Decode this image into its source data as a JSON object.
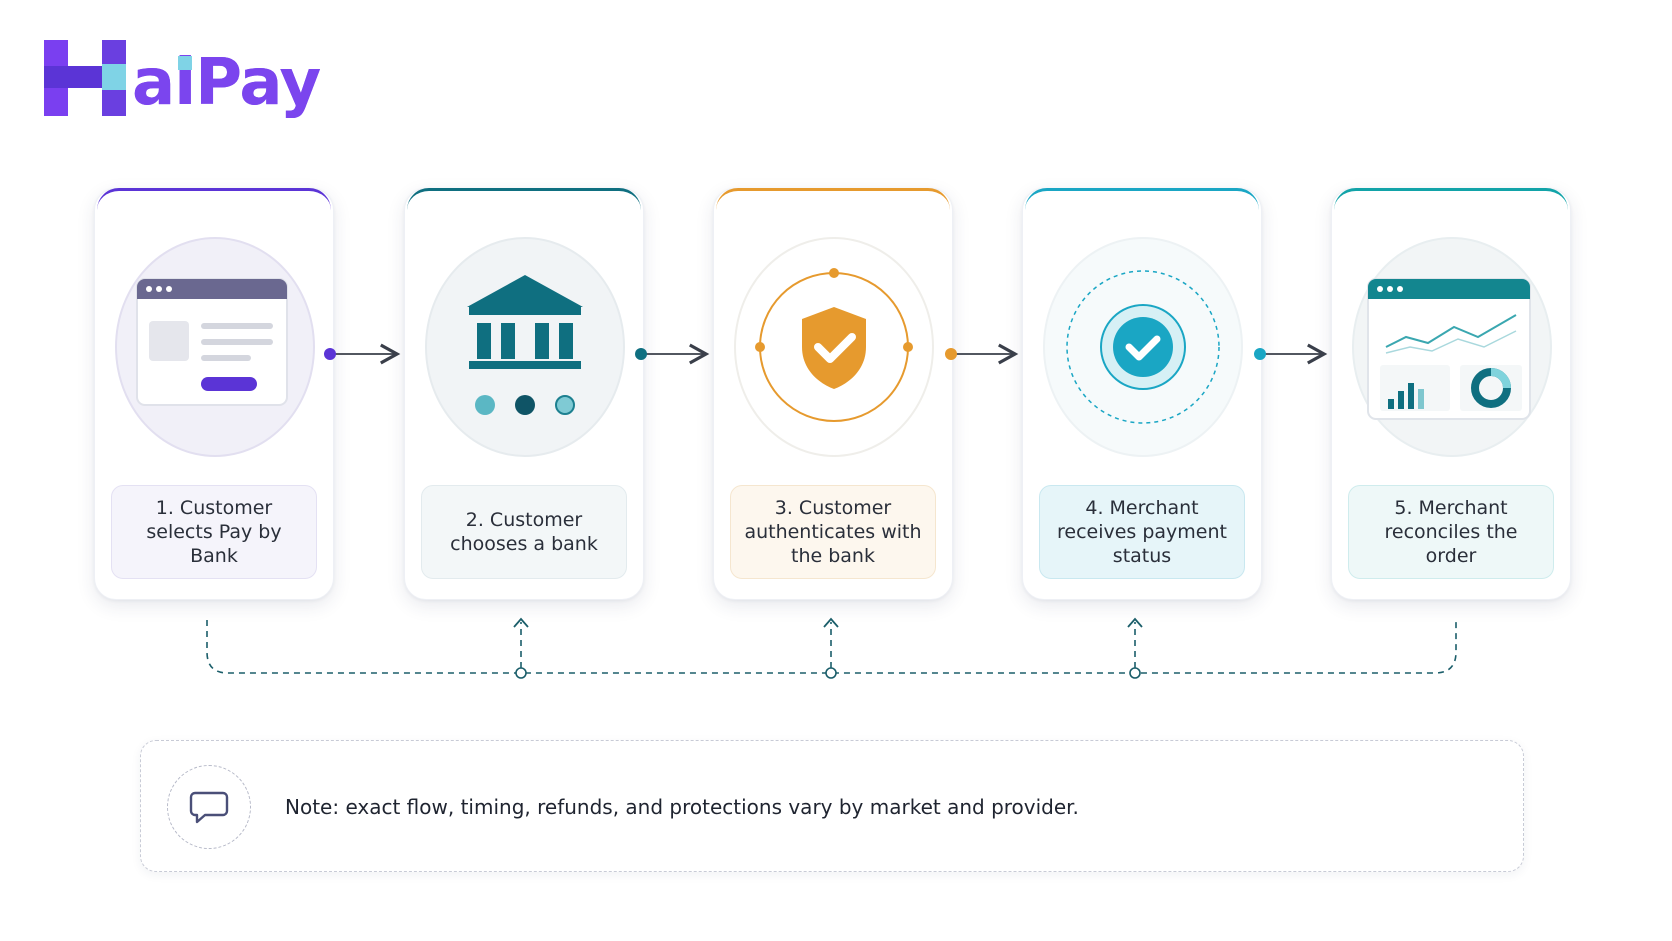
{
  "brand": {
    "name_suffix": "aiPay",
    "colors": {
      "purple": "#6a3fe0",
      "cyan": "#7fd3e6",
      "teal": "#0f6f80",
      "orange": "#e69a2e",
      "sky": "#1aa6c4"
    }
  },
  "steps": [
    {
      "label": "1. Customer selects Pay by Bank",
      "accent": "#5b34d6",
      "icon": "browser-checkout-icon"
    },
    {
      "label": "2. Customer chooses a bank",
      "accent": "#0f6f80",
      "icon": "bank-building-icon"
    },
    {
      "label": "3. Customer authenticates with the bank",
      "accent": "#e69a2e",
      "icon": "shield-check-icon"
    },
    {
      "label": "4. Merchant receives payment status",
      "accent": "#1aa6c4",
      "icon": "check-circle-icon"
    },
    {
      "label": "5. Merchant reconciles the order",
      "accent": "#12a3a8",
      "icon": "dashboard-analytics-icon"
    }
  ],
  "note": {
    "text": "Note: exact flow, timing, refunds, and protections vary by market and provider.",
    "icon": "chat-bubble-icon"
  }
}
